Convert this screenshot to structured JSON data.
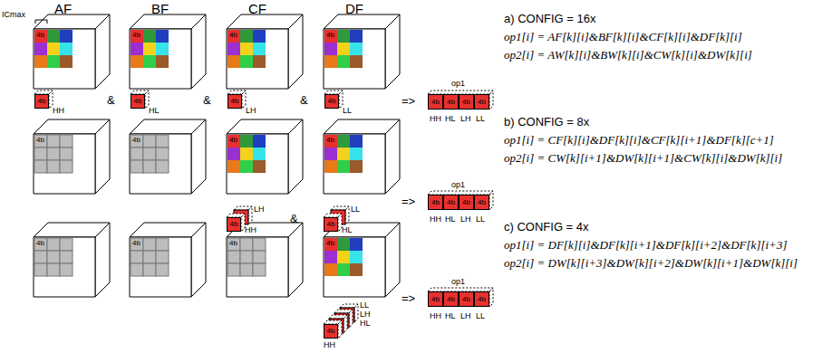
{
  "diagram": {
    "nodes": [
      {
        "text": [
          "4b"
        ]
      },
      {
        "text": [
          "4b"
        ]
      },
      {
        "text": [
          "4b"
        ]
      },
      {
        "text": [
          "4b"
        ]
      },
      {
        "text": [
          "4b"
        ]
      },
      {
        "text": [
          "4b"
        ]
      },
      {
        "text": [
          "4b"
        ]
      },
      {
        "text": [
          "4b"
        ]
      },
      {
        "text": [
          "4b"
        ]
      },
      {
        "text": [
          "4b"
        ]
      },
      {
        "text": [
          "4b"
        ]
      },
      {
        "text": [
          "4b"
        ]
      },
      {
        "text": [
          "4b"
        ]
      },
      {
        "text": [
          "4b"
        ]
      },
      {
        "text": [
          "4b"
        ]
      },
      {
        "text": [
          "4b"
        ]
      },
      {
        "text": [
          "4b"
        ]
      },
      {
        "text": [
          "4b"
        ]
      },
      {
        "text": [
          "4b"
        ]
      }
    ],
    "edges": [],
    "labels": [
      "AF",
      "BF",
      "CF",
      "DF",
      "ICmax",
      "4b",
      "4b",
      "4b",
      "4b",
      "HH",
      "HL",
      "LH",
      "LL",
      "&",
      "&",
      "&",
      "=>",
      "op1",
      "HH",
      "HL",
      "LH",
      "LL",
      "a) CONFIG = 16x",
      "op1[i] = AF[k][i]&BF[k][i]&CF[k][i]&DF[k][i]",
      "op2[i] = AW[k][i]&BW[k][i]&CW[k][i]&DW[k][i]",
      "4b",
      "4b",
      "4b",
      "4b",
      "LH",
      "HH",
      "&",
      "LL",
      "HL",
      "=>",
      "op1",
      "HH",
      "HL",
      "LH",
      "LL",
      "b) CONFIG = 8x",
      "op1[i] = CF[k][i]&DF[k][i]&CF[k][i+1]&DF[k][c+1]",
      "op2[i] = CW[k][i+1]&DW[k][i+1]&CW[k][i]&DW[k][i]",
      "4b",
      "4b",
      "4b",
      "4b",
      "LL",
      "LH",
      "HL",
      "HH",
      "=>",
      "op1",
      "HH",
      "HL",
      "LH",
      "LL",
      "c) CONFIG = 4x",
      "op1[i] = DF[k][i]&DF[k][i+1]&DF[k][i+2]&DF[k][i+3]",
      "op2[i] = DW[k][i+3]&DW[k][i+2]&DW[k][i+1]&DW[k][i]"
    ]
  }
}
